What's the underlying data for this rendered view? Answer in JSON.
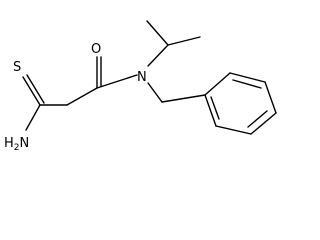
{
  "molecule": {
    "atoms": {
      "sulfur": "S",
      "oxygen": "O",
      "nitrogen": "N",
      "amine_h": "H",
      "amine_sub": "2",
      "amine_n": "N"
    }
  }
}
